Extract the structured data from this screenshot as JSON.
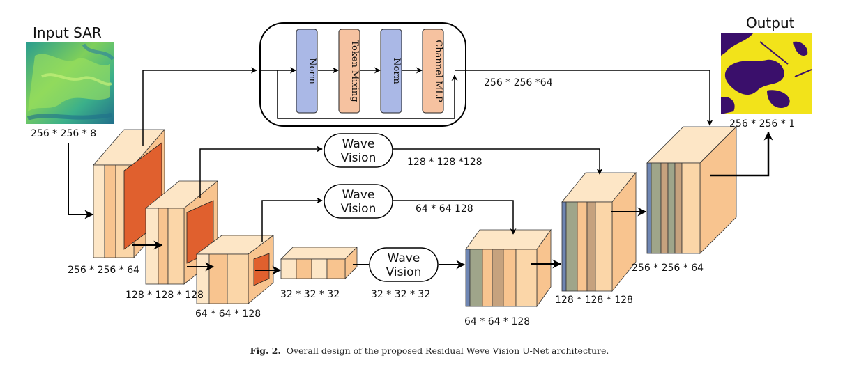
{
  "input_title": "Input SAR",
  "output_title": "Output",
  "input_dims": "256 * 256 * 8",
  "output_dims": "256 * 256 * 1",
  "mixer_blocks": [
    "Norm",
    "Token Mixing",
    "Norm",
    "Channel MLP"
  ],
  "wave_vision": {
    "line1": "Wave",
    "line2": "Vision"
  },
  "dims": {
    "enc1": "256 * 256 * 64",
    "enc2": "128 * 128 * 128",
    "enc3": "64 * 64 * 128",
    "bottleneck_in": "32 * 32 * 32",
    "bottleneck_out": "32 * 32 * 32",
    "skip1": "256 * 256 *64",
    "skip2": "128 * 128 *128",
    "skip3": "64 * 64 128",
    "dec3": "64 * 64 * 128",
    "dec2": "128 * 128 * 128",
    "dec1": "256 * 256 * 64"
  },
  "caption": {
    "label": "Fig. 2.",
    "text": "Overall design of the proposed Residual Weve Vision U-Net architecture."
  },
  "colors": {
    "block_light": "#fde6c6",
    "block_mid": "#f8c48f",
    "block_dark": "#e0602e",
    "decoder_blue": "#6f86b3",
    "norm_blue": "#aab8e6",
    "mixer_salmon": "#f6c2a0"
  }
}
